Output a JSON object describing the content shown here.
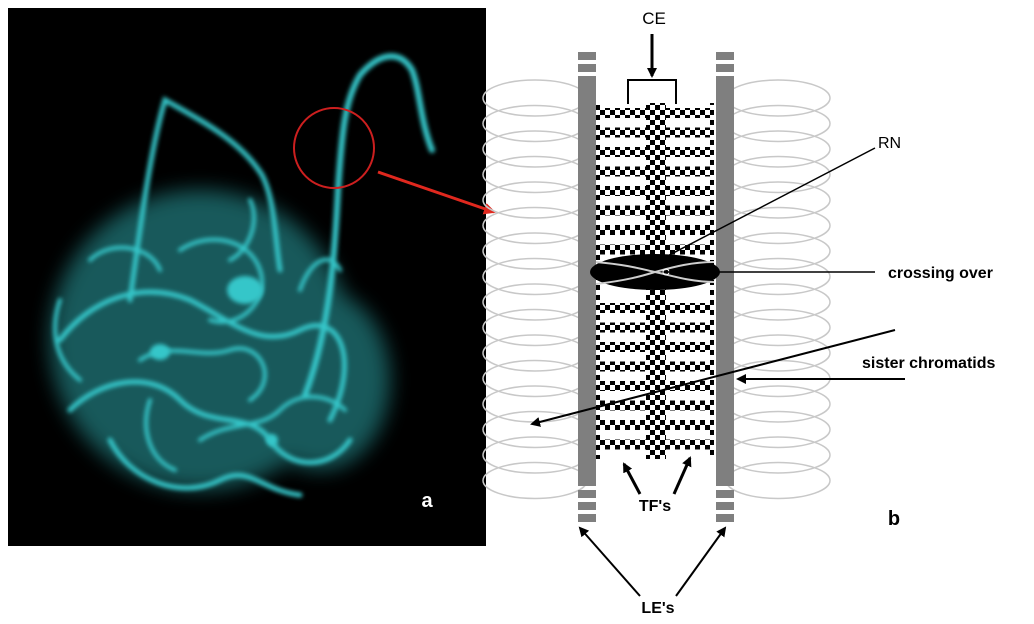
{
  "panel_a": {
    "label": "a",
    "background_color": "#000000",
    "fluorescence_color": "#35c6c9"
  },
  "panel_b": {
    "label": "b",
    "labels": {
      "ce": "CE",
      "rn": "RN",
      "crossing_over": "crossing over",
      "sister_chromatids": "sister chromatids",
      "tfs": "TF's",
      "les": "LE's"
    },
    "colors": {
      "lateral_element": "#7f7f7f",
      "loop": "#c8c8c8",
      "checker": "#000000",
      "red_circle": "#cc1f1f"
    }
  }
}
